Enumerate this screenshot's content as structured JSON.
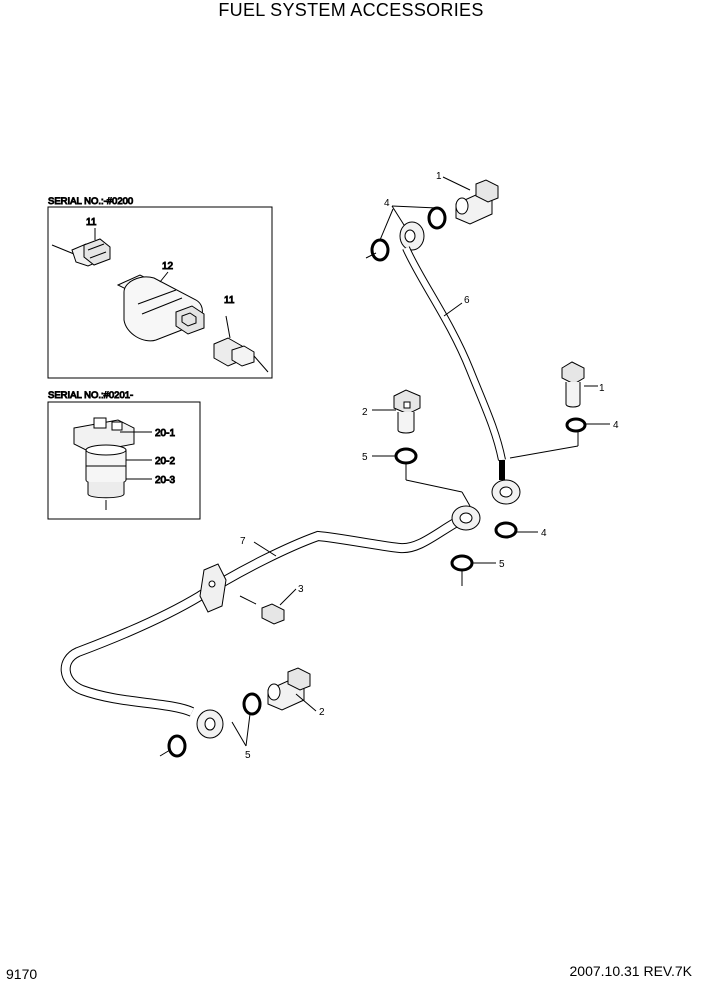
{
  "title": "FUEL SYSTEM ACCESSORIES",
  "page_number": "9170",
  "revision": "2007.10.31  REV.7K",
  "insets": {
    "first": {
      "serial": "SERIAL NO.:-#0200",
      "labels": [
        "11",
        "12",
        "11"
      ]
    },
    "second": {
      "serial": "SERIAL NO.:#0201-",
      "labels": [
        "20-1",
        "20-2",
        "20-3"
      ]
    }
  },
  "callouts": {
    "bolt_top": "1",
    "washers_top": "4",
    "hose": "6",
    "bolt_right": "1",
    "washer_right": "4",
    "bolt_mid": "2",
    "washer_mid": "5",
    "washer_eye": "4",
    "washer_eye_low": "5",
    "pipe": "7",
    "clamp_bolt": "3",
    "bolt_low": "2",
    "washers_low": "5"
  }
}
